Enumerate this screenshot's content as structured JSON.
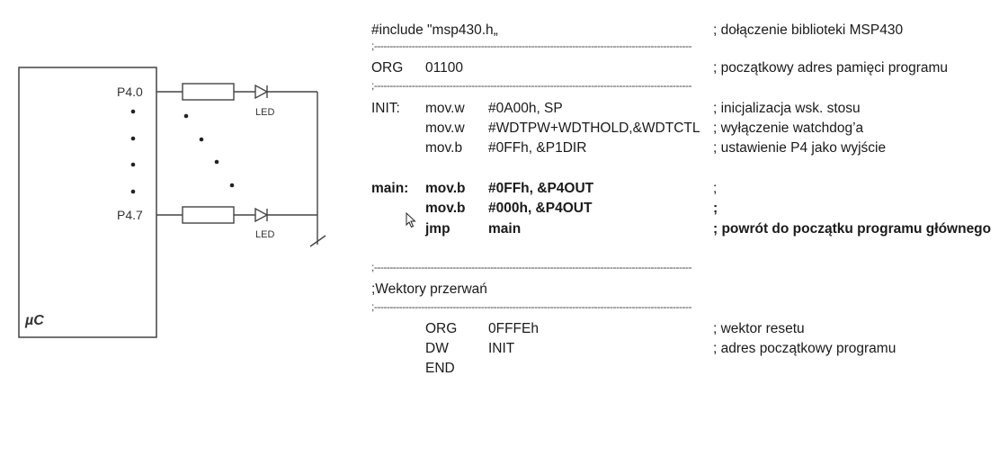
{
  "circuit": {
    "pin_top": "P4.0",
    "pin_bottom": "P4.7",
    "led_label": "LED",
    "mcu_label": "µC"
  },
  "code": {
    "include": {
      "text": "#include \"msp430.h„",
      "comment": "; dołączenie biblioteki MSP430"
    },
    "separator": ";-----------------------------------------------------------------------------------------------------",
    "org": {
      "label": "ORG",
      "value": "01100",
      "comment": "; początkowy adres pamięci programu"
    },
    "init": [
      {
        "label": "INIT:",
        "mnemonic": "mov.w",
        "operand": "#0A00h, SP",
        "comment": "; inicjalizacja wsk. stosu"
      },
      {
        "label": "",
        "mnemonic": "mov.w",
        "operand": "#WDTPW+WDTHOLD,&WDTCTL",
        "comment": "; wyłączenie watchdog’a"
      },
      {
        "label": "",
        "mnemonic": "mov.b",
        "operand": "#0FFh, &P1DIR",
        "comment": "; ustawienie P4 jako wyjście"
      }
    ],
    "main": [
      {
        "label": "main:",
        "mnemonic": "mov.b",
        "operand": "#0FFh, &P4OUT",
        "comment": ";"
      },
      {
        "label": "",
        "mnemonic": "mov.b",
        "operand": "#000h, &P4OUT",
        "comment": ";"
      },
      {
        "label": "",
        "mnemonic": "jmp",
        "operand": "main",
        "comment": "; powrót do początku programu głównego"
      }
    ],
    "vectors_title": ";Wektory przerwań",
    "vectors": [
      {
        "mnemonic": "ORG",
        "operand": "0FFFEh",
        "comment": "; wektor resetu"
      },
      {
        "mnemonic": "DW",
        "operand": "INIT",
        "comment": "; adres początkowy programu"
      },
      {
        "mnemonic": "END",
        "operand": "",
        "comment": ""
      }
    ]
  }
}
